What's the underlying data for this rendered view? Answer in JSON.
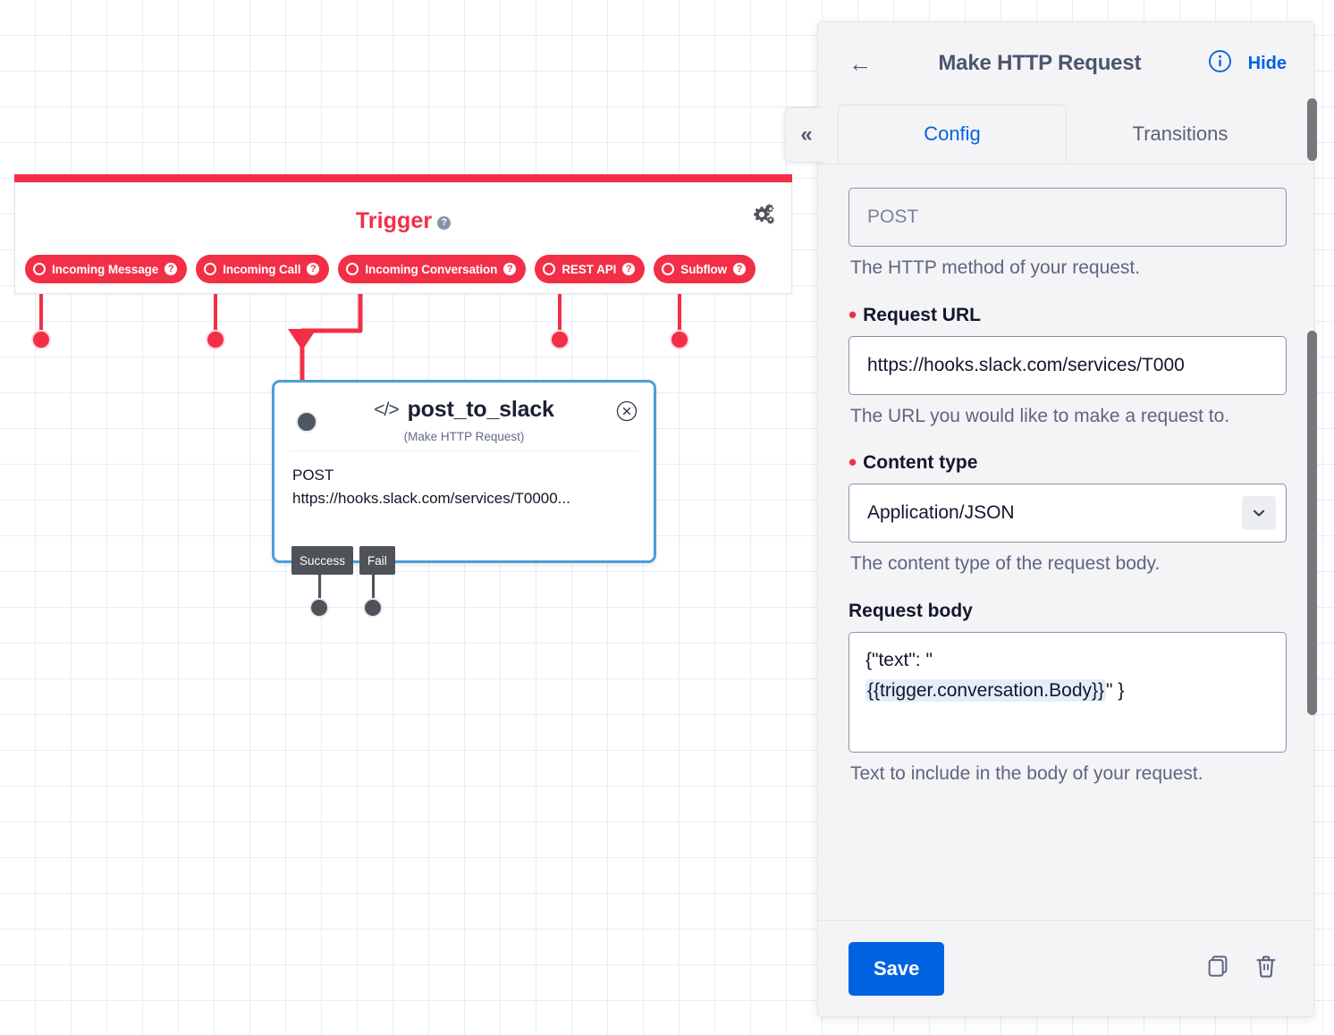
{
  "canvas": {
    "trigger": {
      "title": "Trigger",
      "help_badge": "?",
      "settings_icon": "gears-icon",
      "pills": [
        {
          "label": "Incoming Message",
          "badge": "?"
        },
        {
          "label": "Incoming Call",
          "badge": "?"
        },
        {
          "label": "Incoming Conversation",
          "badge": "?"
        },
        {
          "label": "REST API",
          "badge": "?"
        },
        {
          "label": "Subflow",
          "badge": "?"
        }
      ]
    },
    "node": {
      "icon": "code-brackets-icon",
      "title": "post_to_slack",
      "subtitle": "(Make HTTP Request)",
      "method": "POST",
      "url": "https://hooks.slack.com/services/T0000...",
      "outputs": [
        {
          "label": "Success"
        },
        {
          "label": "Fail"
        }
      ]
    }
  },
  "panel": {
    "collapse_label": "«",
    "header": {
      "back_icon": "back-arrow-icon",
      "title": "Make HTTP Request",
      "info_icon": "info-icon",
      "hide_label": "Hide"
    },
    "tabs": [
      {
        "label": "Config",
        "active": true
      },
      {
        "label": "Transitions",
        "active": false
      }
    ],
    "fields": {
      "method": {
        "value": "POST",
        "help": "The HTTP method of your request."
      },
      "request_url": {
        "label": "Request URL",
        "required_marker": "•",
        "value": "https://hooks.slack.com/services/T000",
        "help": "The URL you would like to make a request to."
      },
      "content_type": {
        "label": "Content type",
        "required_marker": "•",
        "value": "Application/JSON",
        "caret_icon": "chevron-down-icon",
        "help": "The content type of the request body."
      },
      "request_body": {
        "label": "Request body",
        "value_prefix": "{\"text\": \"",
        "value_variable": "{{trigger.conversation.Body}}",
        "value_suffix": "\" }",
        "help": "Text to include in the body of your request."
      }
    },
    "footer": {
      "save_label": "Save",
      "copy_icon": "copy-icon",
      "delete_icon": "trash-icon"
    }
  },
  "colors": {
    "brand_red": "#f22f46",
    "accent_blue": "#0263e0",
    "node_border": "#4a9fd8",
    "port_gray": "#4f5359"
  }
}
